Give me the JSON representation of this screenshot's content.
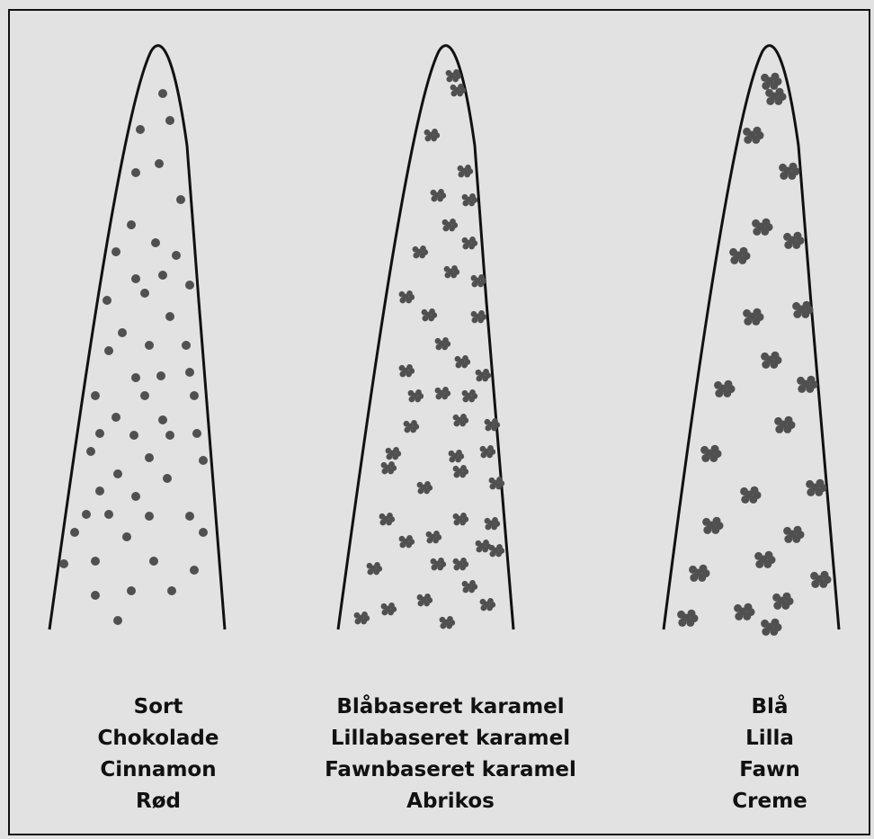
{
  "panels": [
    {
      "id": "left",
      "labels": [
        "Sort",
        "Chokolade",
        "Cinnamon",
        "Rød"
      ],
      "pigment": "dense small round granules"
    },
    {
      "id": "middle",
      "labels": [
        "Blåbaseret karamel",
        "Lillabaseret karamel",
        "Fawnbaseret karamel",
        "Abrikos"
      ],
      "pigment": "clumped granules"
    },
    {
      "id": "right",
      "labels": [
        "Blå",
        "Lilla",
        "Fawn",
        "Creme"
      ],
      "pigment": "sparse large clumps"
    }
  ],
  "colors": {
    "background": "#e2e2e2",
    "outline": "#111111",
    "granule": "#505050"
  }
}
